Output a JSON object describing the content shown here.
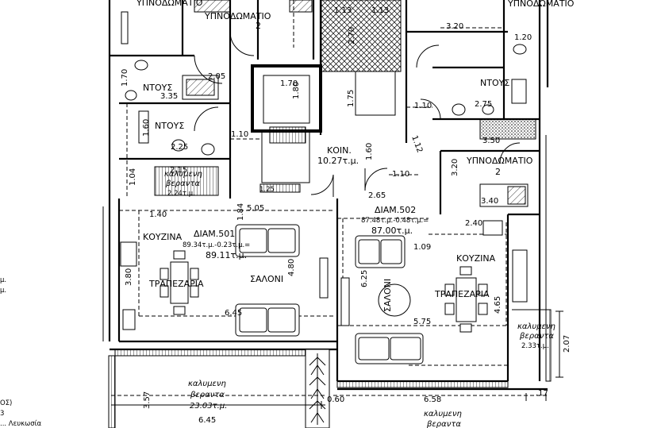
{
  "rooms": {
    "bedroom_top_left": "ΥΠΝΟΔΩΜΑΤΙΟ",
    "bedroom_2_label": "ΥΠΝΟΔΩΜΑΤΙΟ",
    "bedroom_2_num": "2",
    "bedroom_top_right": "ΥΠΝΟΔΩΜΑΤΙΟ",
    "shower_1": "ΝΤΟΥΣ",
    "shower_2": "ΝΤΟΥΣ",
    "shower_right": "ΝΤΟΥΣ",
    "common_label": "ΚΟΙΝ.",
    "common_area": "10.27τ.μ.",
    "bedroom_right_label": "ΥΠΝΟΔΩΜΑΤΙΟ",
    "bedroom_right_num": "2",
    "kitchen_left": "ΚΟΥΖΙΝΑ",
    "dining_left": "ΤΡΑΠΕΖΑΡΙΑ",
    "living_left": "ΣΑΛΟΝΙ",
    "kitchen_right": "ΚΟΥΖΙΝΑ",
    "dining_right": "ΤΡΑΠΕΖΑΡΙΑ",
    "living_right": "ΣΑΛΟΝΙ"
  },
  "apartments": {
    "a501_title": "ΔΙΑΜ.501",
    "a501_calc": "89.34τ.μ.-0.23τ.μ.=",
    "a501_total": "89.11τ.μ.",
    "a502_title": "ΔΙΑΜ.502",
    "a502_calc": "87.48τ.μ.-0.48τ.μ.=",
    "a502_total": "87.00τ.μ."
  },
  "verandas": {
    "small_left_label": "καλυμενη",
    "small_left_label2": "βεραντα",
    "small_left_area": "2.24τ.μ.",
    "small_right_label": "καλυμενη",
    "small_right_label2": "βεραντα",
    "small_right_area": "2.33τ.μ.",
    "big_left_label": "καλυμενη",
    "big_left_label2": "βεραντα",
    "big_left_area": "23.03τ.μ.",
    "big_right_label": "καλυμενη",
    "big_right_label2": "βεραντα"
  },
  "dimensions": {
    "d_1_13": "1.13",
    "d_1_13b": "1.13",
    "d_2_70": "2.70",
    "d_3_20a": "3.20",
    "d_1_20": "1.20",
    "d_2_05": "2.05",
    "d_1_70a": "1.70",
    "d_3_35": "3.35",
    "d_1_70b": "1.70",
    "d_1_80a": "1.80",
    "d_1_75": "1.75",
    "d_1_10a": "1.10",
    "d_2_75": "2.75",
    "d_1_60a": "1.60",
    "d_2_25": "2.25",
    "d_1_10b": "1.10",
    "d_1_60b": "1.60",
    "d_1_12": "1.12",
    "d_3_50": "3.50",
    "d_2_15": "2.15",
    "d_1_04": "1.04",
    "d_1_10c": "1.10",
    "d_3_20b": "3.20",
    "d_2_65": "2.65",
    "d_3_40": "3.40",
    "d_1_40": "1.40",
    "d_5_05": "5.05",
    "d_1_84": "1.84",
    "d_2_40": "2.40",
    "d_1_09": "1.09",
    "d_3_80": "3.80",
    "d_4_80": "4.80",
    "d_6_25": "6.25",
    "d_4_65": "4.65",
    "d_6_45a": "6.45",
    "d_5_75": "5.75",
    "d_2_07": "2.07",
    "d_3_57": "3.57",
    "d_0_60": "0.60",
    "d_6_58": "6.58",
    "d_0_17": ".17",
    "d_6_45b": "6.45",
    "d_1_25": "1.25"
  },
  "legend_fragments": {
    "f1": "μ.",
    "f2": "μ.",
    "f3": "ΟΣ)",
    "f4": "3",
    "f5": "... Λευκωσία"
  }
}
